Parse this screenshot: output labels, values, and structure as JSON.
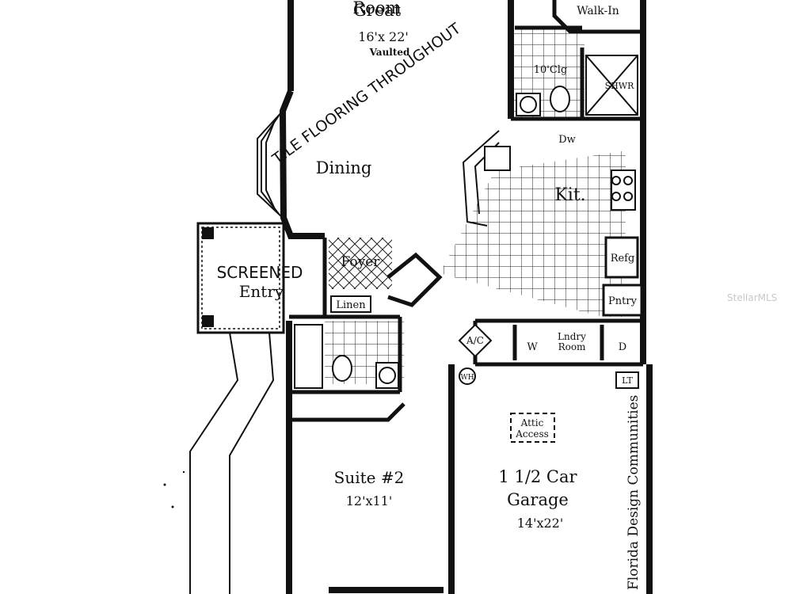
{
  "rooms": {
    "great_room": {
      "name_partial": "Great",
      "name": "Room",
      "size": "16'x 22'",
      "note": "Vaulted"
    },
    "dining": {
      "name": "Dining"
    },
    "kitchen": {
      "name": "Kit."
    },
    "foyer": {
      "name": "Foyer"
    },
    "screened_entry": {
      "line1": "SCREENED",
      "line2": "Entry"
    },
    "linen": {
      "name": "Linen"
    },
    "walk_in": {
      "name": "Walk-In"
    },
    "ceiling": {
      "name": "10'Clg"
    },
    "shower": {
      "name": "SHWR"
    },
    "dishwasher": {
      "name": "Dw"
    },
    "refrigerator": {
      "name": "Refg"
    },
    "pantry": {
      "name": "Pntry"
    },
    "ac": {
      "name": "A/C"
    },
    "water_heater": {
      "name": "WH"
    },
    "laundry": {
      "line1": "Lndry",
      "line2": "Room",
      "washer": "W",
      "dryer": "D"
    },
    "attic": {
      "line1": "Attic",
      "line2": "Access"
    },
    "suite2": {
      "name": "Suite #2",
      "size": "12'x11'"
    },
    "garage": {
      "line1": "1 1/2 Car",
      "line2": "Garage",
      "size": "14'x22'"
    },
    "lt": {
      "name": "LT"
    }
  },
  "overlay": {
    "tile_note": "TILE FLOORING THROUGHOUT"
  },
  "builder": {
    "name": "Florida Design Communities"
  },
  "watermark": {
    "text": "StellarMLS"
  }
}
